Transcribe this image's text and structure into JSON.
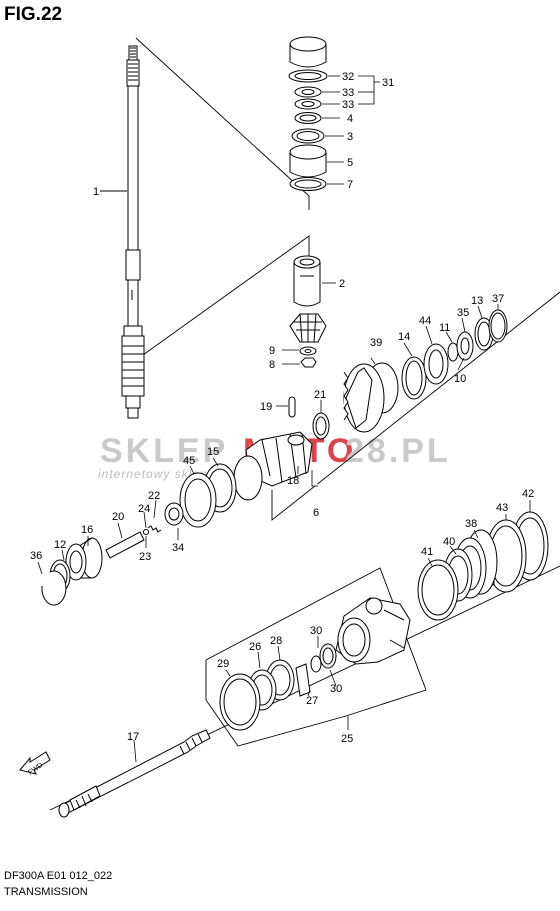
{
  "figure": {
    "title": "FIG.22",
    "code": "DF300A E01 012_022",
    "name": "TRANSMISSION"
  },
  "watermark": {
    "brand_left": "SKLEP",
    "brand_mid": "MOTO",
    "brand_right": "28.PL",
    "tagline": "internetowy sklep motocyklowy"
  },
  "direction_label": "FWD",
  "labels": {
    "p1": "1",
    "p2": "2",
    "p3": "3",
    "p4": "4",
    "p5": "5",
    "p6": "6",
    "p7": "7",
    "p8": "8",
    "p9": "9",
    "p10": "10",
    "p11": "11",
    "p12": "12",
    "p13": "13",
    "p14": "14",
    "p15": "15",
    "p16": "16",
    "p17": "17",
    "p18": "18",
    "p19": "19",
    "p20": "20",
    "p21": "21",
    "p22": "22",
    "p23": "23",
    "p24": "24",
    "p25": "25",
    "p26": "26",
    "p27": "27",
    "p28": "28",
    "p29": "29",
    "p30a": "30",
    "p30b": "30",
    "p31": "31",
    "p32": "32",
    "p33a": "33",
    "p33b": "33",
    "p34": "34",
    "p35": "35",
    "p36": "36",
    "p37": "37",
    "p38": "38",
    "p39": "39",
    "p40": "40",
    "p41": "41",
    "p42": "42",
    "p43": "43",
    "p44": "44",
    "p45": "45"
  },
  "colors": {
    "ink": "#000000",
    "watermark_grey": "#bdbdbd",
    "watermark_red": "#d8232a",
    "part_fill": "#ffffff",
    "part_shade": "#e6e6e6"
  }
}
